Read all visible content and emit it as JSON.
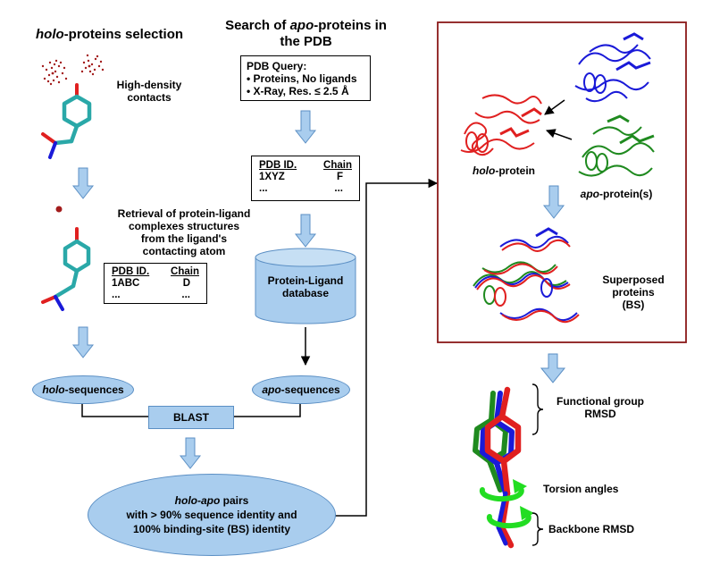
{
  "holo_selection": {
    "title_italic": "holo",
    "title_rest": "-proteins selection",
    "high_density_l1": "High-density",
    "high_density_l2": "contacts",
    "retrieval_lines": [
      "Retrieval of protein-ligand",
      "complexes structures",
      "from the ligand's",
      "contacting atom"
    ],
    "table": {
      "h1": "PDB ID.",
      "h2": "Chain",
      "r1c1": "1ABC",
      "r1c2": "D",
      "r2c1": "...",
      "r2c2": "..."
    }
  },
  "apo_search": {
    "title_l1_pre": "Search of ",
    "title_l1_italic": "apo",
    "title_l1_post": "-proteins in",
    "title_l2": "the PDB",
    "query_title": "PDB Query:",
    "query_l1": "• Proteins, No ligands",
    "query_l2": "• X-Ray,  Res. ≤ 2.5 Å",
    "table": {
      "h1": "PDB ID.",
      "h2": "Chain",
      "r1c1": "1XYZ",
      "r1c2": "F",
      "r2c1": "...",
      "r2c2": "..."
    },
    "db_l1": "Protein-Ligand",
    "db_l2": "database"
  },
  "sequences": {
    "holo_italic": "holo",
    "holo_rest": "-sequences",
    "apo_italic": "apo",
    "apo_rest": "-sequences",
    "blast": "BLAST"
  },
  "pairs": {
    "l1_italic_a": "holo",
    "l1_mid": "-",
    "l1_italic_b": "apo",
    "l1_rest": " pairs",
    "l2": "with > 90% sequence identity and",
    "l3": "100% binding-site (BS) identity"
  },
  "right_panel": {
    "holo_italic": "holo",
    "holo_rest": "-protein",
    "apo_italic": "apo",
    "apo_rest": "-protein(s)",
    "superposed_l1": "Superposed",
    "superposed_l2": "proteins",
    "superposed_l3": "(BS)"
  },
  "rmsd": {
    "functional_l1": "Functional group",
    "functional_l2": "RMSD",
    "torsion": "Torsion angles",
    "backbone": "Backbone RMSD"
  },
  "colors": {
    "arrow_fill": "#a9cdee",
    "arrow_stroke": "#5b8fc4",
    "panel_border": "#8b1a1a",
    "holo_protein": "#e02020",
    "apo_blue": "#1a1ad8",
    "apo_green": "#1f8a1f",
    "ligand_teal": "#2aa8a8",
    "torsion_arrow": "#22dd22"
  }
}
